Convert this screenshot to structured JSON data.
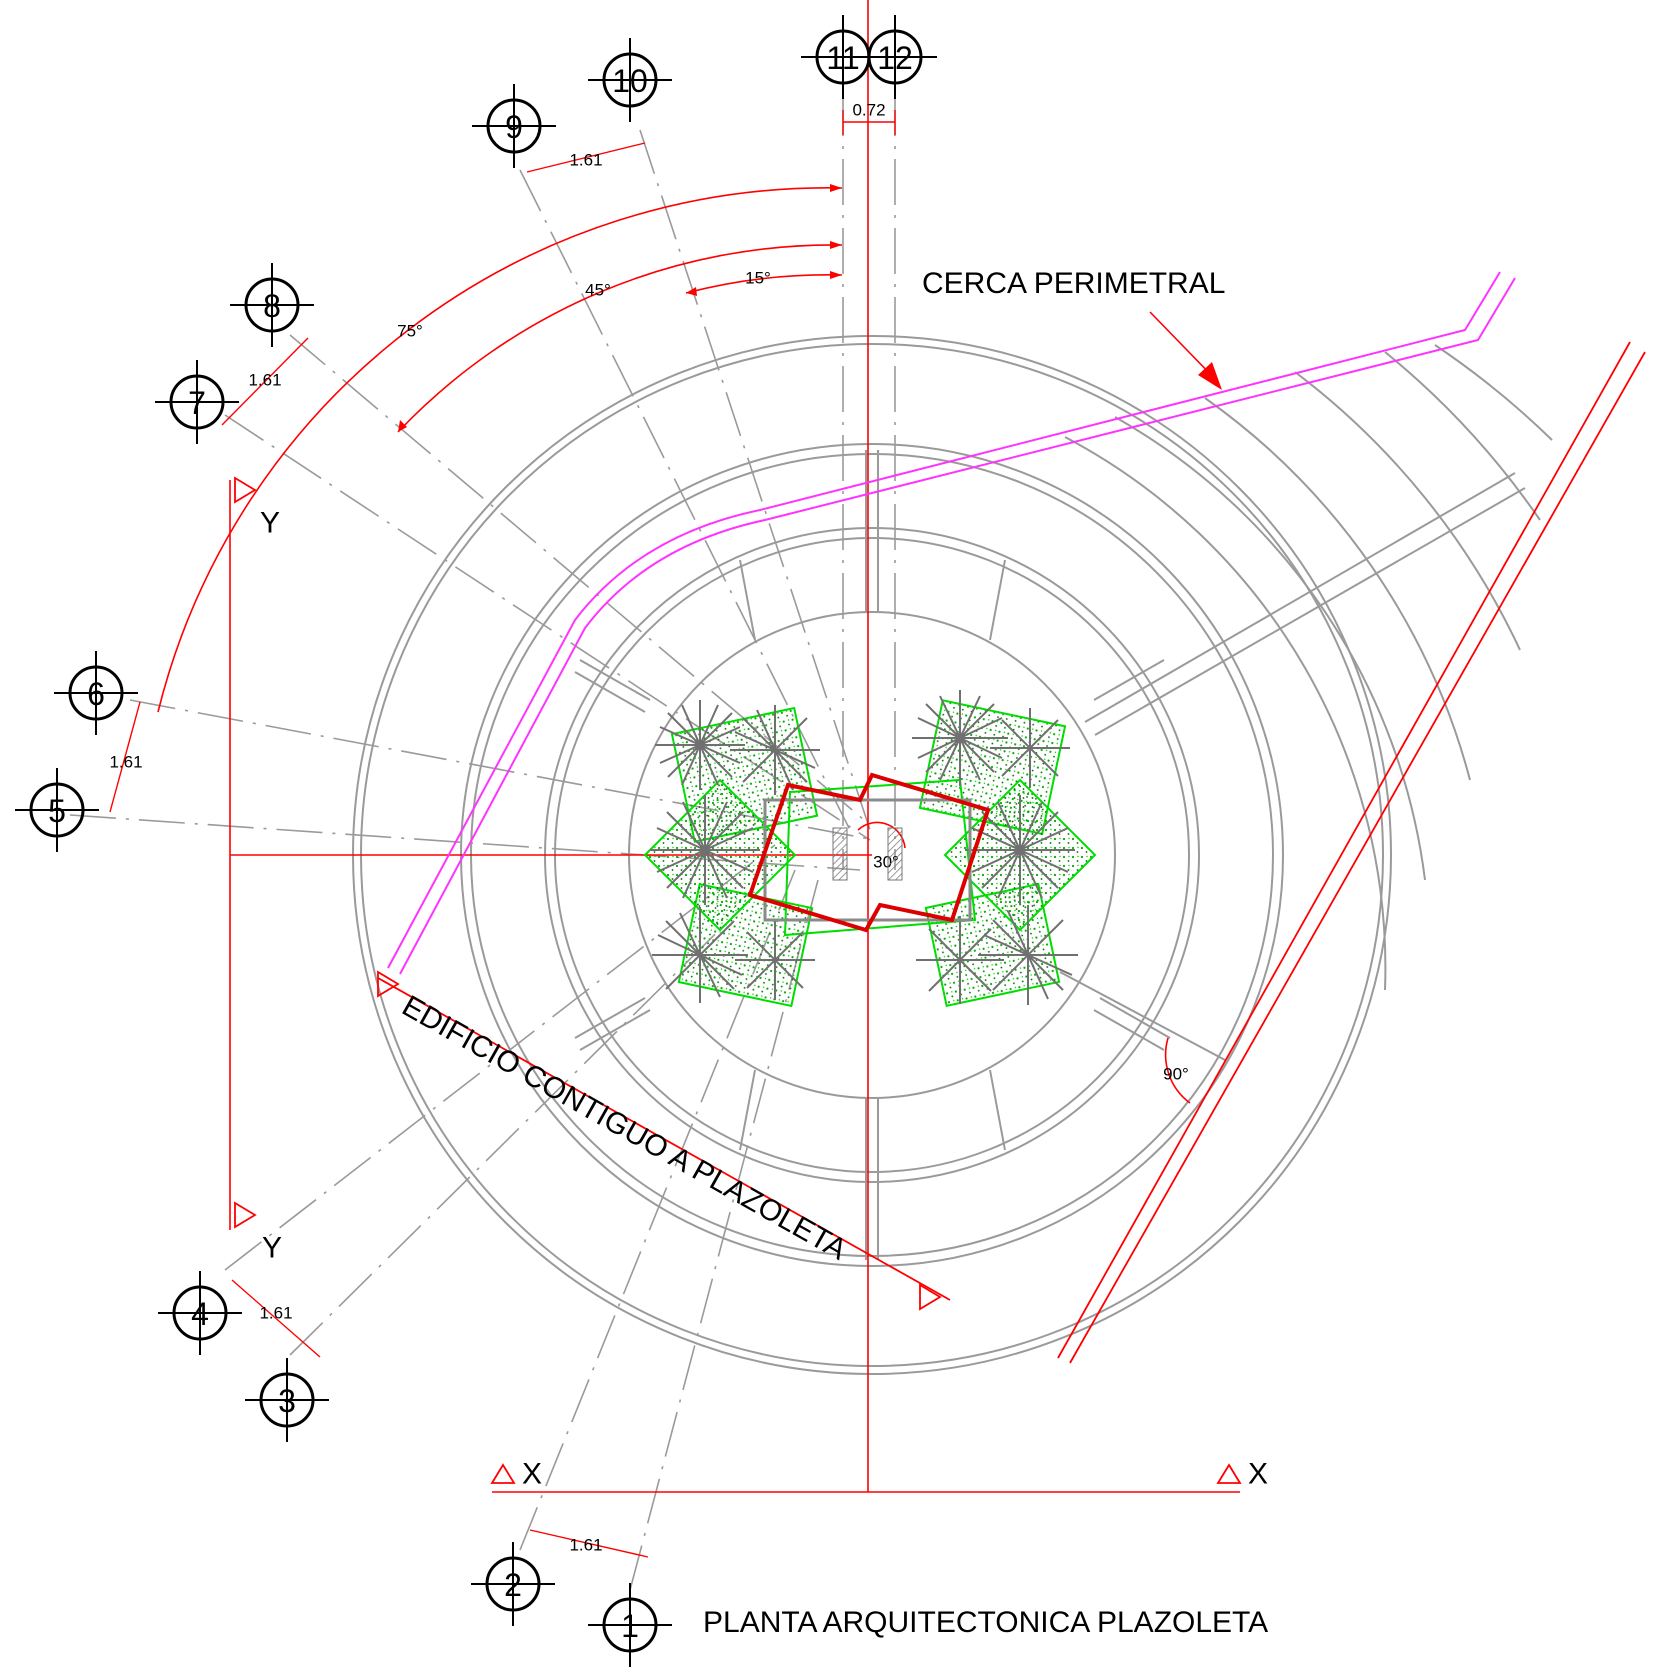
{
  "title": "PLANTA ARQUITECTONICA PLAZOLETA",
  "annotations": {
    "fence": "CERCA PERIMETRAL",
    "adjacent_building": "EDIFICIO CONTIGUO A PLAZOLETA"
  },
  "angles": {
    "a15": "15°",
    "a45": "45°",
    "a75": "75°",
    "a30": "30°",
    "a90": "90°"
  },
  "dimensions": {
    "spacing": "1.61",
    "center_spacing": "0.72"
  },
  "grid_axes": [
    "1",
    "2",
    "3",
    "4",
    "5",
    "6",
    "7",
    "8",
    "9",
    "10",
    "11",
    "12"
  ],
  "section_markers": {
    "x": "X",
    "y": "Y"
  },
  "colors": {
    "grid_lines": "#9a9a9a",
    "dimension_red": "#ff0000",
    "fence_magenta": "#ff33ff",
    "planters_green": "#00dd00",
    "plants_gray": "#707070",
    "structure_red": "#dd0000"
  }
}
